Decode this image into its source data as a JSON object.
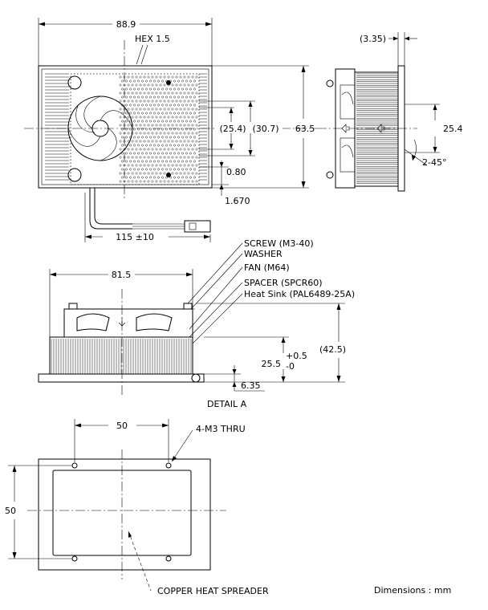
{
  "top_view": {
    "width_dim": "88.9",
    "hex_label": "HEX 1.5",
    "height_dim": "63.5",
    "inner_dim_1": "(25.4)",
    "inner_dim_2": "(30.7)",
    "dim_080": "0.80",
    "dim_1670": "1.670",
    "cable_dim": "115 ±10"
  },
  "side_view": {
    "offset_dim": "(3.35)",
    "pitch_dim": "25.4",
    "chamfer_dim": "2-45°"
  },
  "front_view": {
    "width_dim": "81.5",
    "callouts": [
      "SCREW (M3-40)",
      "WASHER",
      "FAN (M64)",
      "SPACER (SPCR60)",
      "Heat Sink (PAL6489-25A)"
    ],
    "height_nominal": "25.5",
    "tol_plus": "+0.5",
    "tol_minus": "-0",
    "overall_height": "(42.5)",
    "base_thickness": "6.35",
    "detail_label": "DETAIL A"
  },
  "bottom_view": {
    "hole_spacing_x": "50",
    "hole_spacing_y": "50",
    "hole_callout": "4-M3 THRU",
    "spreader_label": "COPPER HEAT SPREADER"
  },
  "units_note": "Dimensions : mm"
}
